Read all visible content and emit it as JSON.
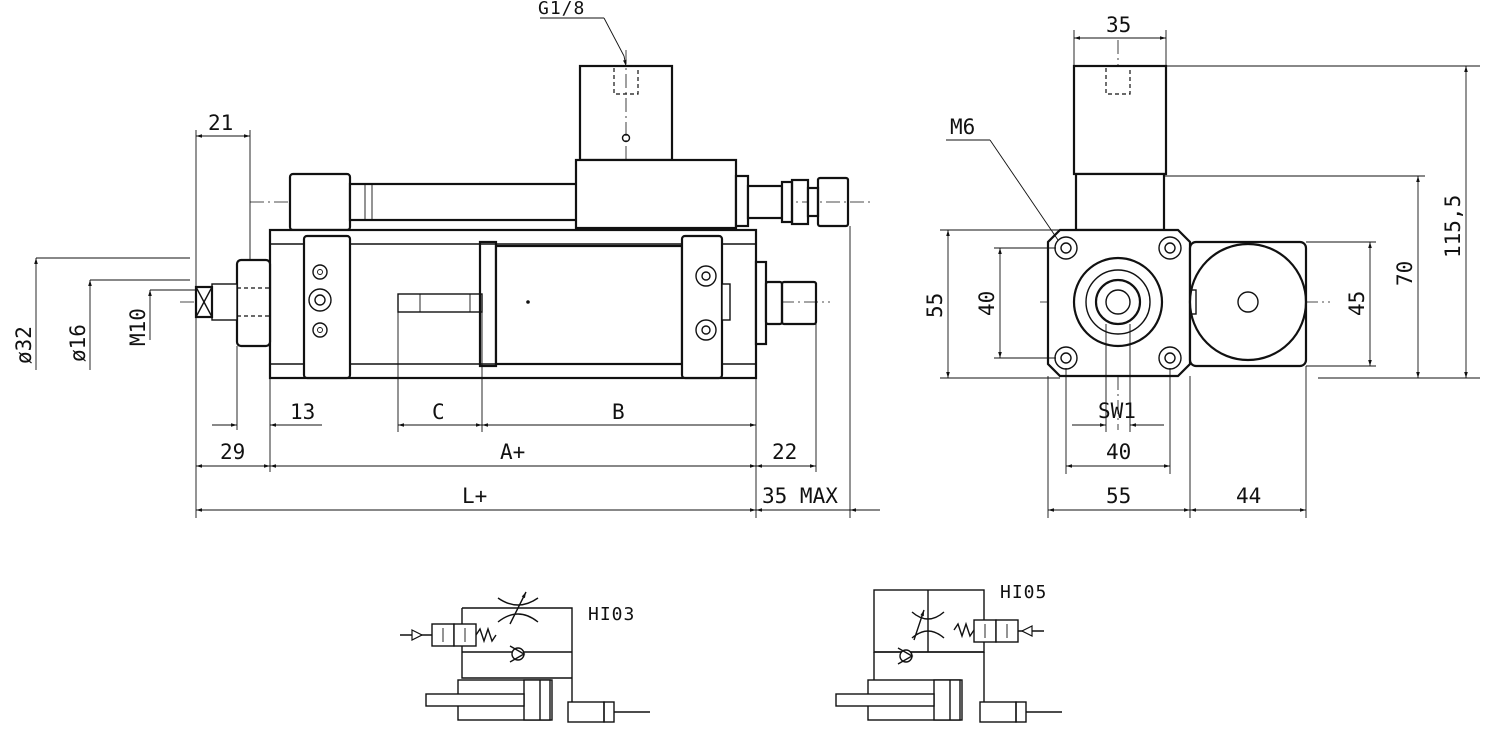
{
  "front_view": {
    "thread_port": "G1/8",
    "dims": {
      "d21": "21",
      "d13": "13",
      "dC": "C",
      "dB": "B",
      "d29": "29",
      "dA": "A+",
      "d22": "22",
      "dL": "L+",
      "d35max": "35 MAX",
      "phi32": "ø32",
      "phi16": "ø16",
      "m10": "M10"
    }
  },
  "side_view": {
    "dims": {
      "d35": "35",
      "m6": "M6",
      "d115": "115,5",
      "d70": "70",
      "d45": "45",
      "d55v": "55",
      "d40v": "40",
      "sw1": "SW1",
      "d40h": "40",
      "d55h": "55",
      "d44": "44"
    }
  },
  "schematics": {
    "left_label": "HI03",
    "right_label": "HI05"
  }
}
